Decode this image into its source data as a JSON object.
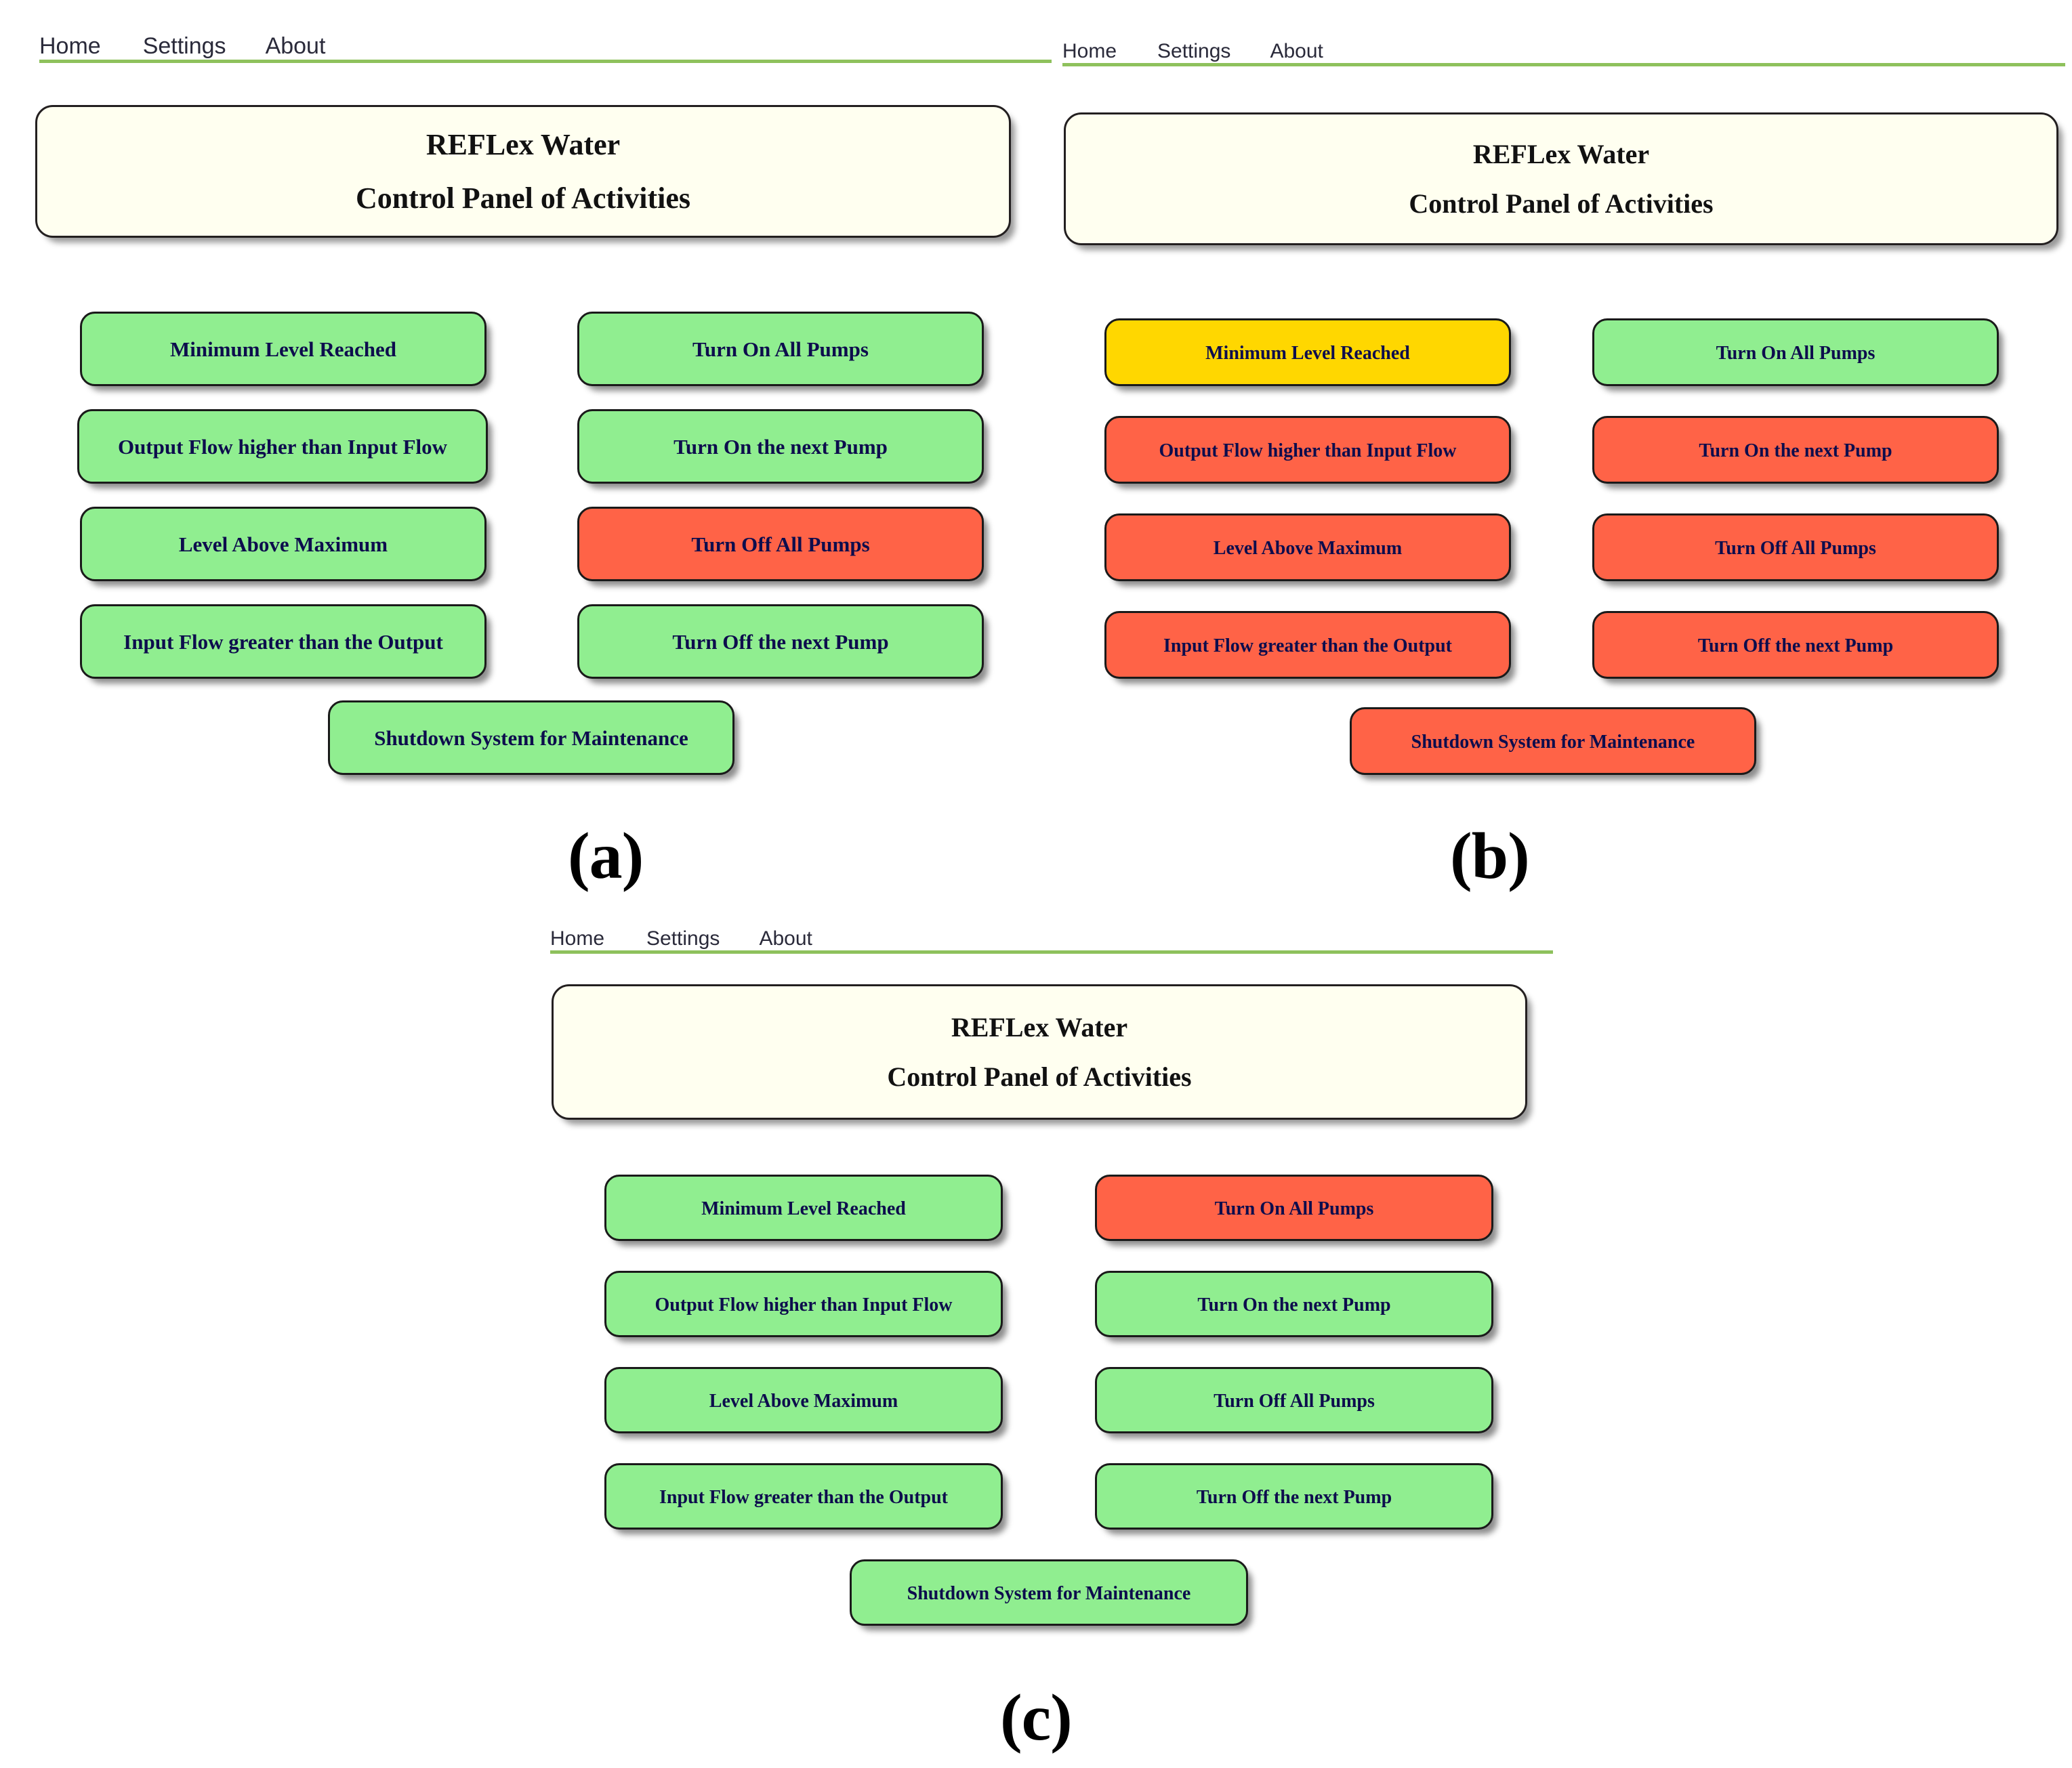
{
  "colors": {
    "accent_nav_underline": "#8EC15C",
    "title_card_bg": "#FFFFF0",
    "state_ok": "#90EE90",
    "state_alarm": "#FF6347",
    "state_warning": "#FFD700",
    "label_text": "#0D0D4D",
    "border": "#1A1A1A"
  },
  "nav": {
    "items": [
      {
        "label": "Home"
      },
      {
        "label": "Settings"
      },
      {
        "label": "About"
      }
    ]
  },
  "title": {
    "line1": "REFLex Water",
    "line2": "Control Panel of Activities"
  },
  "panels": [
    {
      "id": "a",
      "caption": "(a)",
      "conditions": [
        {
          "label": "Minimum Level Reached",
          "state": "green"
        },
        {
          "label": "Output Flow higher than Input Flow",
          "state": "green"
        },
        {
          "label": "Level Above Maximum",
          "state": "green"
        },
        {
          "label": "Input Flow greater than the Output",
          "state": "green"
        }
      ],
      "actions": [
        {
          "label": "Turn On All Pumps",
          "state": "green"
        },
        {
          "label": "Turn On the next Pump",
          "state": "green"
        },
        {
          "label": "Turn Off All Pumps",
          "state": "red"
        },
        {
          "label": "Turn Off the next Pump",
          "state": "green"
        }
      ],
      "shutdown": {
        "label": "Shutdown System for Maintenance",
        "state": "green"
      }
    },
    {
      "id": "b",
      "caption": "(b)",
      "conditions": [
        {
          "label": "Minimum Level Reached",
          "state": "yellow"
        },
        {
          "label": "Output Flow higher than Input Flow",
          "state": "red"
        },
        {
          "label": "Level Above Maximum",
          "state": "red"
        },
        {
          "label": "Input Flow greater than the Output",
          "state": "red"
        }
      ],
      "actions": [
        {
          "label": "Turn On All Pumps",
          "state": "green"
        },
        {
          "label": "Turn On the next Pump",
          "state": "red"
        },
        {
          "label": "Turn Off All Pumps",
          "state": "red"
        },
        {
          "label": "Turn Off the next Pump",
          "state": "red"
        }
      ],
      "shutdown": {
        "label": "Shutdown System for Maintenance",
        "state": "red"
      }
    },
    {
      "id": "c",
      "caption": "(c)",
      "conditions": [
        {
          "label": "Minimum Level Reached",
          "state": "green"
        },
        {
          "label": "Output Flow higher than Input Flow",
          "state": "green"
        },
        {
          "label": "Level Above Maximum",
          "state": "green"
        },
        {
          "label": "Input Flow greater than the Output",
          "state": "green"
        }
      ],
      "actions": [
        {
          "label": "Turn On All Pumps",
          "state": "red"
        },
        {
          "label": "Turn On the next Pump",
          "state": "green"
        },
        {
          "label": "Turn Off All Pumps",
          "state": "green"
        },
        {
          "label": "Turn Off the next Pump",
          "state": "green"
        }
      ],
      "shutdown": {
        "label": "Shutdown System for Maintenance",
        "state": "green"
      }
    }
  ]
}
